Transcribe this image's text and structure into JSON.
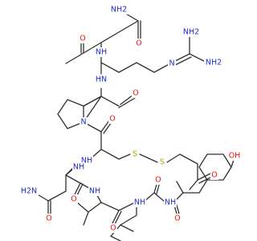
{
  "molecule": {
    "colors": {
      "bond": "#303030",
      "oxygen": "#e8140c",
      "nitrogen": "#1c2bd4",
      "sulfur": "#b8a200",
      "background": "#ffffff"
    },
    "atom_labels": {
      "h2n_top": "NH2",
      "o_top": "O",
      "o_gly": "O",
      "nh_gly": "NH",
      "n_guan": "N",
      "nh2_guan_a": "NH2",
      "nh2_guan_b": "NH2",
      "hn_arg": "HN",
      "o_pro_amide": "O",
      "n_pro": "N",
      "o_pro_co": "O",
      "nh_cys": "NH",
      "s_a": "S",
      "s_b": "S",
      "h2n_asn": "H2N",
      "o_asn_side": "O",
      "o_asn_co": "O",
      "nh_asn": "NH",
      "o_leu": "O",
      "nh_leu": "NH",
      "o_phe": "O",
      "nh_phe": "NH",
      "o_tyr": "O",
      "nh_tyr": "NH",
      "o_mpa": "O",
      "oh_tyr": "OH"
    }
  }
}
